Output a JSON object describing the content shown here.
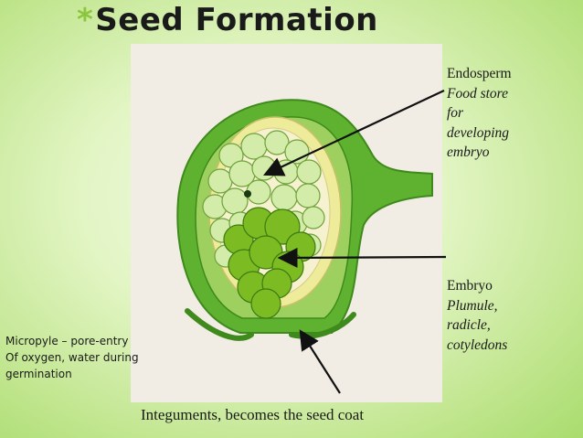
{
  "title": {
    "star": "*",
    "text": "Seed Formation"
  },
  "labels": {
    "endosperm": {
      "name": "Endosperm",
      "desc": [
        "Food store",
        "for",
        "developing",
        "embryo"
      ]
    },
    "embryo": {
      "name": "Embryo",
      "desc": [
        "Plumule,",
        "radicle,",
        "cotyledons"
      ]
    },
    "micropyle": [
      "Micropyle – pore-entry",
      "Of oxygen, water during",
      "germination"
    ],
    "integuments": "Integuments, becomes the seed coat"
  },
  "colors": {
    "integument": "#5fb130",
    "integument_dark": "#3f8a1c",
    "endosperm_cells": "#d4ecaa",
    "embryo_cells": "#7cbb22",
    "nucellus": "#eeeb9a"
  }
}
